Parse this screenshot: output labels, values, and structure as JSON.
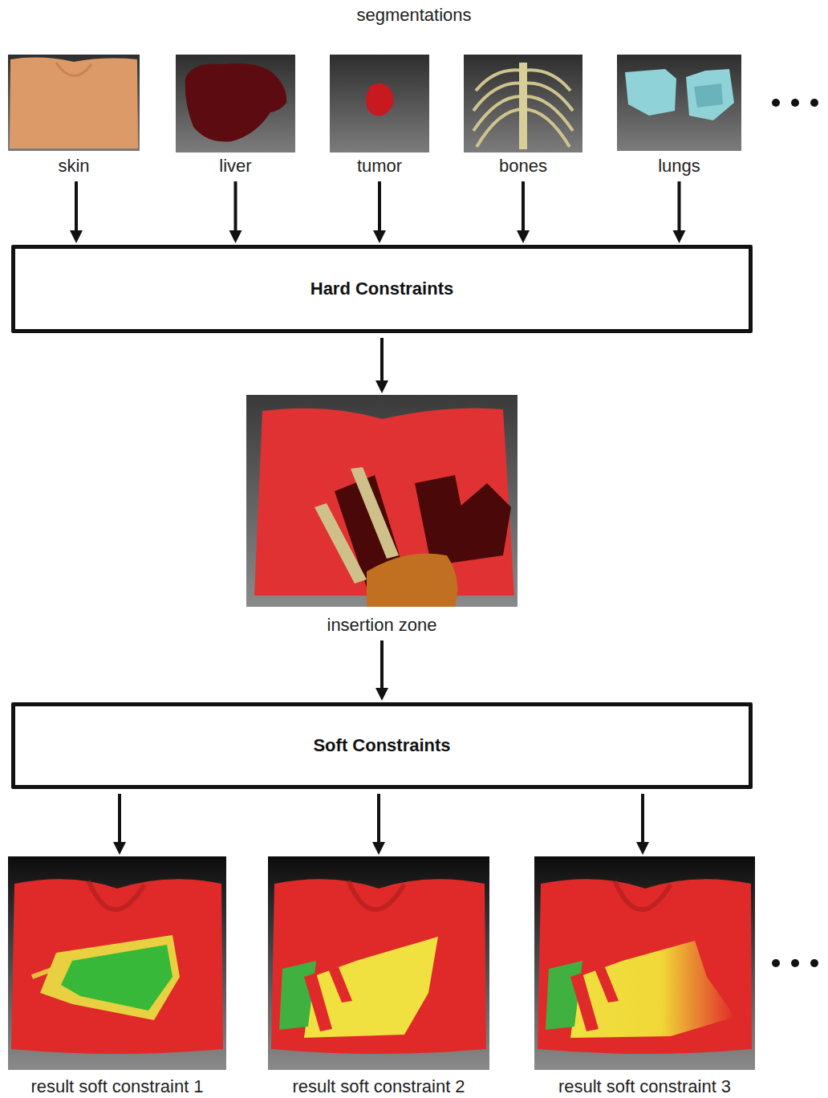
{
  "diagram": {
    "title": "segmentations",
    "nodes": [
      {
        "text": [
          "skin"
        ]
      },
      {
        "text": [
          "liver"
        ]
      },
      {
        "text": [
          "tumor"
        ]
      },
      {
        "text": [
          "bones"
        ]
      },
      {
        "text": [
          "lungs"
        ]
      },
      {
        "text": [
          "Hard Constraints"
        ]
      },
      {
        "text": [
          "insertion zone"
        ]
      },
      {
        "text": [
          "Soft Constraints"
        ]
      },
      {
        "text": [
          "result soft constraint 1"
        ]
      },
      {
        "text": [
          "result soft constraint 2"
        ]
      },
      {
        "text": [
          "result soft constraint 3"
        ]
      }
    ],
    "edges": [
      {
        "from": 0,
        "to": 5,
        "arrow": "to"
      },
      {
        "from": 1,
        "to": 5,
        "arrow": "to"
      },
      {
        "from": 2,
        "to": 5,
        "arrow": "to"
      },
      {
        "from": 3,
        "to": 5,
        "arrow": "to"
      },
      {
        "from": 4,
        "to": 5,
        "arrow": "to"
      },
      {
        "from": 5,
        "to": 6,
        "arrow": "to"
      },
      {
        "from": 6,
        "to": 7,
        "arrow": "to"
      },
      {
        "from": 7,
        "to": 8,
        "arrow": "to"
      },
      {
        "from": 7,
        "to": 9,
        "arrow": "to"
      },
      {
        "from": 7,
        "to": 10,
        "arrow": "to"
      }
    ]
  }
}
